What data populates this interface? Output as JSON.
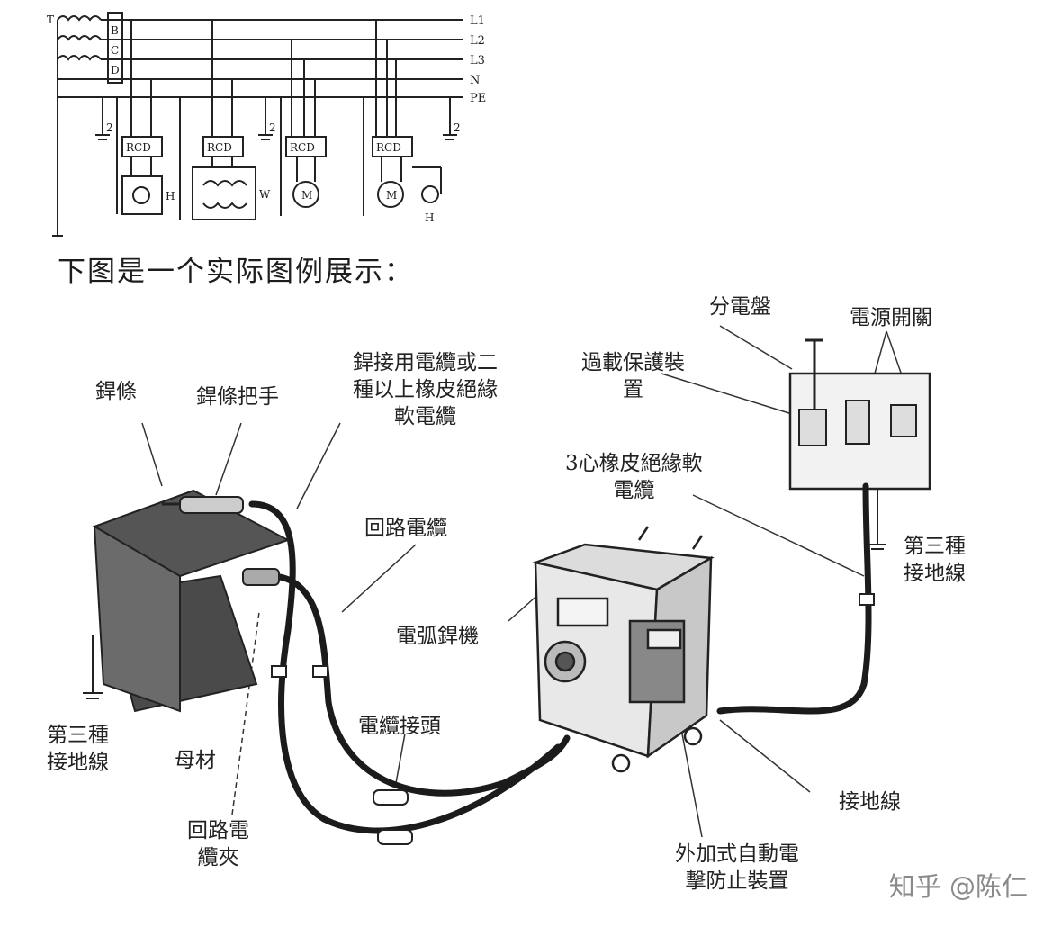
{
  "circuit": {
    "lines": [
      "L1",
      "L2",
      "L3",
      "N",
      "PE"
    ],
    "source_terminals": [
      "T",
      "B",
      "C",
      "D"
    ],
    "rcd_label": "RCD",
    "h_label": "H",
    "w_label": "W",
    "m_label": "M",
    "ground_number": "2"
  },
  "caption": "下图是一个实际图例展示：",
  "labels": {
    "electrode": "銲條",
    "electrode_holder": "銲條把手",
    "welding_cable": [
      "銲接用電纜或二",
      "種以上橡皮絕緣",
      "軟電纜"
    ],
    "distribution_board": "分電盤",
    "power_switch": "電源開關",
    "overload_device": [
      "過載保護裝",
      "置"
    ],
    "three_core_cable": [
      "3心橡皮絕緣軟",
      "電纜"
    ],
    "return_cable": "回路電纜",
    "third_ground_right": [
      "第三種",
      "接地線"
    ],
    "arc_welder": "電弧銲機",
    "third_ground_left": [
      "第三種",
      "接地線"
    ],
    "base_metal": "母材",
    "cable_joint": "電纜接頭",
    "return_clamp": [
      "回路電",
      "纜夾"
    ],
    "ground_wire": "接地線",
    "shock_prevention": [
      "外加式自動電",
      "擊防止裝置"
    ]
  },
  "watermark": "知乎 @陈仁"
}
